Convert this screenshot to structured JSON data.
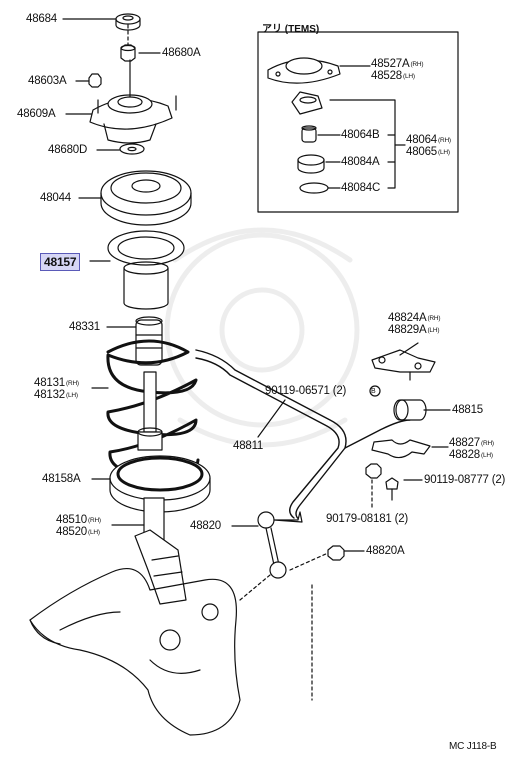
{
  "diagram": {
    "inset_title": "アリ (TEMS)",
    "footer_code": "MC J118-B",
    "labels": {
      "p48684": "48684",
      "p48680A": "48680A",
      "p48603A": "48603A",
      "p48609A": "48609A",
      "p48680D": "48680D",
      "p48044": "48044",
      "p48157": "48157",
      "p48331": "48331",
      "p48131": "48131",
      "p48131_sfx": "(RH)",
      "p48132": "48132",
      "p48132_sfx": "(LH)",
      "p48158A": "48158A",
      "p48510": "48510",
      "p48510_sfx": "(RH)",
      "p48520": "48520",
      "p48520_sfx": "(LH)",
      "p48527A": "48527A",
      "p48527A_sfx": "(RH)",
      "p48528": "48528",
      "p48528_sfx": "(LH)",
      "p48064B": "48064B",
      "p48064": "48064",
      "p48064_sfx": "(RH)",
      "p48065": "48065",
      "p48065_sfx": "(LH)",
      "p48084A": "48084A",
      "p48084C": "48084C",
      "p48824A": "48824A",
      "p48824A_sfx": "(RH)",
      "p48829A": "48829A",
      "p48829A_sfx": "(LH)",
      "p90119_06571": "90119-06571 (2)",
      "p48815": "48815",
      "p48811": "48811",
      "p48827": "48827",
      "p48827_sfx": "(RH)",
      "p48828": "48828",
      "p48828_sfx": "(LH)",
      "p90119_08777": "90119-08777 (2)",
      "p48820": "48820",
      "p90179_08181": "90179-08181 (2)",
      "p48820A": "48820A",
      "b_marker": "B"
    }
  }
}
